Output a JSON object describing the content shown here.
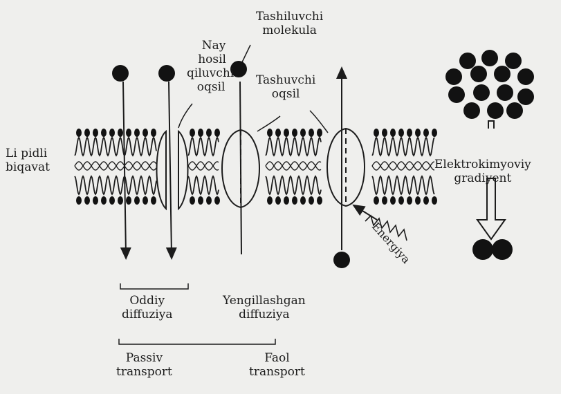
{
  "labels": {
    "tashiluvchi_molekula": [
      "Tashiluvchi",
      "molekula"
    ],
    "nay_hosil_qiluvchi_oqsil": [
      "Nay",
      "hosil",
      "qiluvchi",
      "oqsil"
    ],
    "tashuvchi_oqsil": [
      "Tashuvchi",
      "oqsil"
    ],
    "lipidli_biqavat": [
      "Li pidli",
      "biqavat"
    ],
    "elektrokimyoviy_gradiyent": [
      "Elektrokimyoviy",
      "gradiyent"
    ],
    "energiya": "Energiya",
    "oddiy_diffuziya": [
      "Oddiy",
      "diffuziya"
    ],
    "yengillashgan_diffuziya": [
      "Yengillashgan",
      "diffuziya"
    ],
    "passiv_transport": [
      "Passiv",
      "transport"
    ],
    "faol_transport": [
      "Faol",
      "transport"
    ]
  }
}
